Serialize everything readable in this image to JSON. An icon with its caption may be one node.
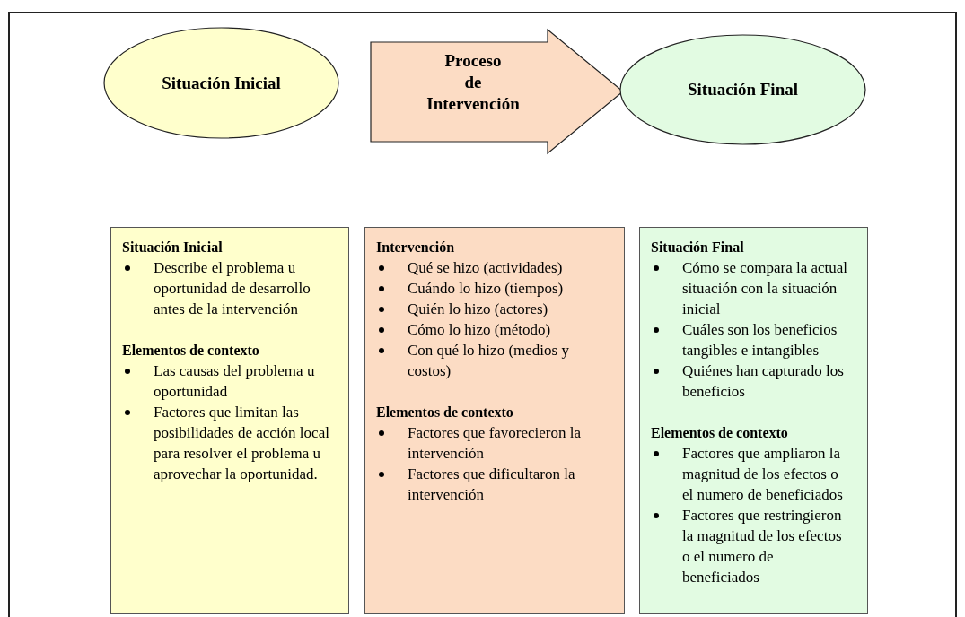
{
  "diagram": {
    "nodes": [
      {
        "text": [
          "Situación Inicial"
        ]
      },
      {
        "text": [
          "Proceso de Intervención"
        ]
      },
      {
        "text": [
          "Situación Final"
        ]
      },
      {
        "text": [
          "Situación Inicial",
          "Describe el problema u oportunidad de desarrollo antes de la intervención",
          "Elementos de contexto",
          "Las causas del problema u oportunidad",
          "Factores que limitan las posibilidades de acción local para resolver el problema u aprovechar la oportunidad."
        ]
      },
      {
        "text": [
          "Intervención",
          "Qué se hizo (actividades)",
          "Cuándo lo hizo (tiempos)",
          "Quién lo hizo (actores)",
          "Cómo lo hizo (método)",
          "Con qué lo hizo (medios y costos)",
          "Elementos de contexto",
          "Factores que favorecieron la intervención",
          "Factores que dificultaron la intervención"
        ]
      },
      {
        "text": [
          "Situación Final",
          "Cómo se compara la actual situación con la situación inicial",
          "Cuáles son los beneficios tangibles e intangibles",
          "Quiénes han capturado los beneficios",
          "Elementos de contexto",
          "Factores que ampliaron la magnitud de los efectos o el numero de beneficiados",
          "Factores que restringieron la magnitud de los efectos o el numero de beneficiados"
        ]
      }
    ]
  }
}
